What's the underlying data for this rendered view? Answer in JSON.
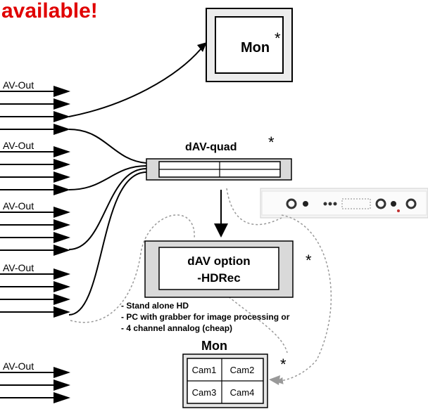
{
  "heading": {
    "text": "available!",
    "color": "#e00000"
  },
  "monitor_top": {
    "label": "Mon",
    "mark": "*"
  },
  "av_groups": [
    {
      "label": "AV-Out"
    },
    {
      "label": "AV-Out"
    },
    {
      "label": "AV-Out"
    },
    {
      "label": "AV-Out"
    },
    {
      "label": "AV-Out"
    }
  ],
  "quad": {
    "label": "dAV-quad",
    "mark": "*"
  },
  "hdrec": {
    "line1": "dAV option",
    "line2": "-HDRec",
    "mark": "*"
  },
  "notes": [
    "- Stand alone HD",
    "- PC with grabber for image processing or",
    "- 4 channel annalog (cheap)"
  ],
  "monitor_bottom": {
    "label": "Mon",
    "mark": "*",
    "cells": [
      "Cam1",
      "Cam2",
      "Cam3",
      "Cam4"
    ]
  },
  "device_photo": {
    "icon": "rack-device-icon"
  }
}
